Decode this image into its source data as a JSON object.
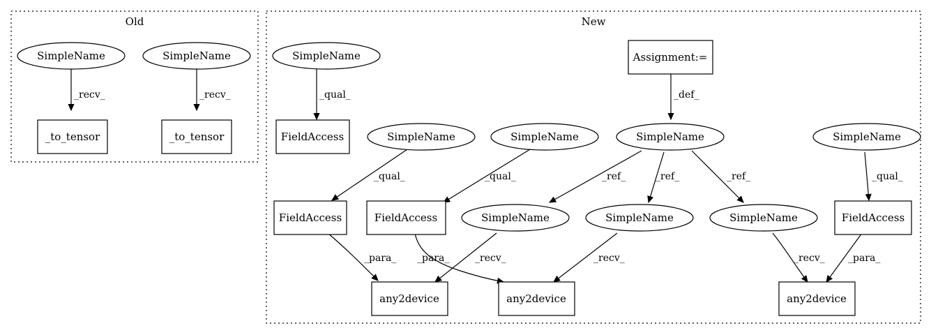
{
  "clusters": {
    "old": {
      "label": "Old"
    },
    "new": {
      "label": "New"
    }
  },
  "nodes": {
    "o_sn1": {
      "label": "SimpleName"
    },
    "o_sn2": {
      "label": "SimpleName"
    },
    "o_tt1": {
      "label": "_to_tensor"
    },
    "o_tt2": {
      "label": "_to_tensor"
    },
    "n_sn_top": {
      "label": "SimpleName"
    },
    "n_assign": {
      "label": "Assignment:="
    },
    "n_fa_top": {
      "label": "FieldAccess"
    },
    "n_sn_a": {
      "label": "SimpleName"
    },
    "n_sn_b": {
      "label": "SimpleName"
    },
    "n_sn_def": {
      "label": "SimpleName"
    },
    "n_sn_right": {
      "label": "SimpleName"
    },
    "n_fa1": {
      "label": "FieldAccess"
    },
    "n_fa2": {
      "label": "FieldAccess"
    },
    "n_sn_r1": {
      "label": "SimpleName"
    },
    "n_sn_r2": {
      "label": "SimpleName"
    },
    "n_sn_r3": {
      "label": "SimpleName"
    },
    "n_fa3": {
      "label": "FieldAccess"
    },
    "n_a2d1": {
      "label": "any2device"
    },
    "n_a2d2": {
      "label": "any2device"
    },
    "n_a2d3": {
      "label": "any2device"
    }
  },
  "edges": {
    "e_recv1": {
      "label": "_recv_"
    },
    "e_recv2": {
      "label": "_recv_"
    },
    "e_qual_top": {
      "label": "_qual_"
    },
    "e_def": {
      "label": "_def_"
    },
    "e_qual_a": {
      "label": "_qual_"
    },
    "e_qual_b": {
      "label": "_qual_"
    },
    "e_ref1": {
      "label": "_ref_"
    },
    "e_ref2": {
      "label": "_ref_"
    },
    "e_ref3": {
      "label": "_ref_"
    },
    "e_qual_right": {
      "label": "_qual_"
    },
    "e_para1": {
      "label": "_para_"
    },
    "e_para2": {
      "label": "_para_"
    },
    "e_recv_r1": {
      "label": "_recv_"
    },
    "e_recv_r2": {
      "label": "_recv_"
    },
    "e_recv_r3": {
      "label": "_recv_"
    },
    "e_para3": {
      "label": "_para_"
    }
  }
}
